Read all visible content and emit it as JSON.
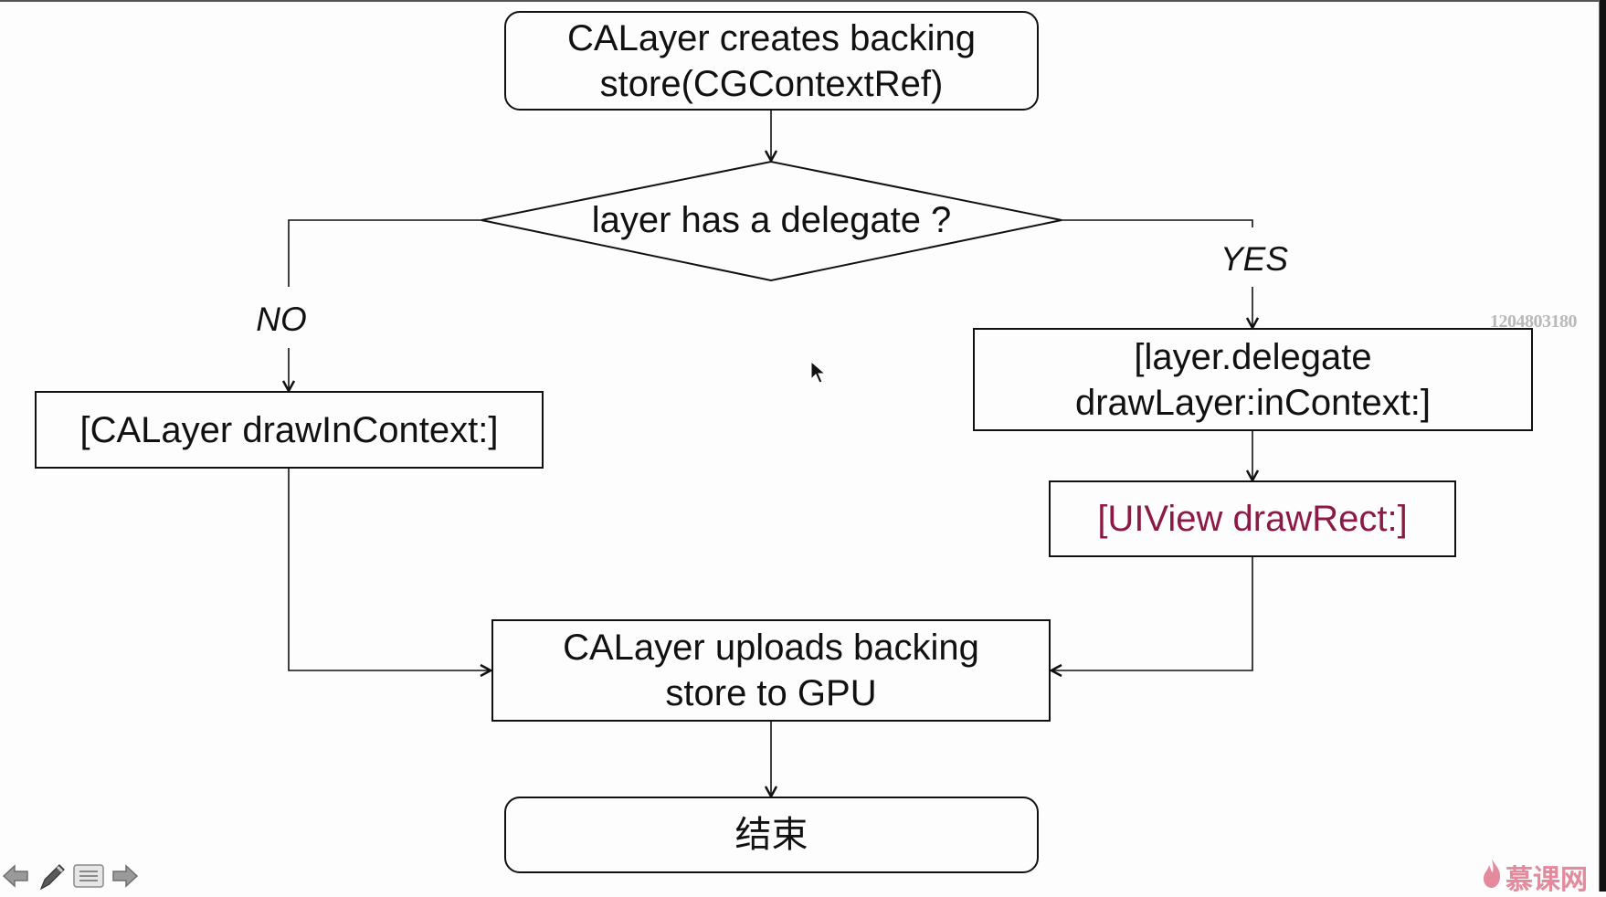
{
  "diagram": {
    "type": "flowchart",
    "nodes": {
      "start": "CALayer creates backing store(CGContextRef)",
      "start_line1": "CALayer creates backing",
      "start_line2": "store(CGContextRef)",
      "decision": "layer has a delegate ?",
      "no_branch": "[CALayer drawInContext:]",
      "yes_branch_line1": "[layer.delegate",
      "yes_branch_line2": "drawLayer:inContext:]",
      "uiview": "[UIView drawRect:]",
      "upload_line1": "CALayer uploads backing",
      "upload_line2": "store to GPU",
      "end": "结束"
    },
    "edge_labels": {
      "no": "NO",
      "yes": "YES"
    },
    "edges": [
      {
        "from": "start",
        "to": "decision"
      },
      {
        "from": "decision",
        "to": "no_branch",
        "label": "NO"
      },
      {
        "from": "decision",
        "to": "yes_branch",
        "label": "YES"
      },
      {
        "from": "yes_branch",
        "to": "uiview"
      },
      {
        "from": "no_branch",
        "to": "upload"
      },
      {
        "from": "uiview",
        "to": "upload"
      },
      {
        "from": "upload",
        "to": "end"
      }
    ],
    "colors": {
      "line": "#111111",
      "highlight_text": "#8b1a47"
    }
  },
  "overlay": {
    "watermark_id": "1204803180",
    "logo_text": "慕课网",
    "logo_color": "#e48a9d",
    "nav_icons": [
      "arrow-left-icon",
      "pen-icon",
      "menu-icon",
      "arrow-right-icon"
    ]
  }
}
